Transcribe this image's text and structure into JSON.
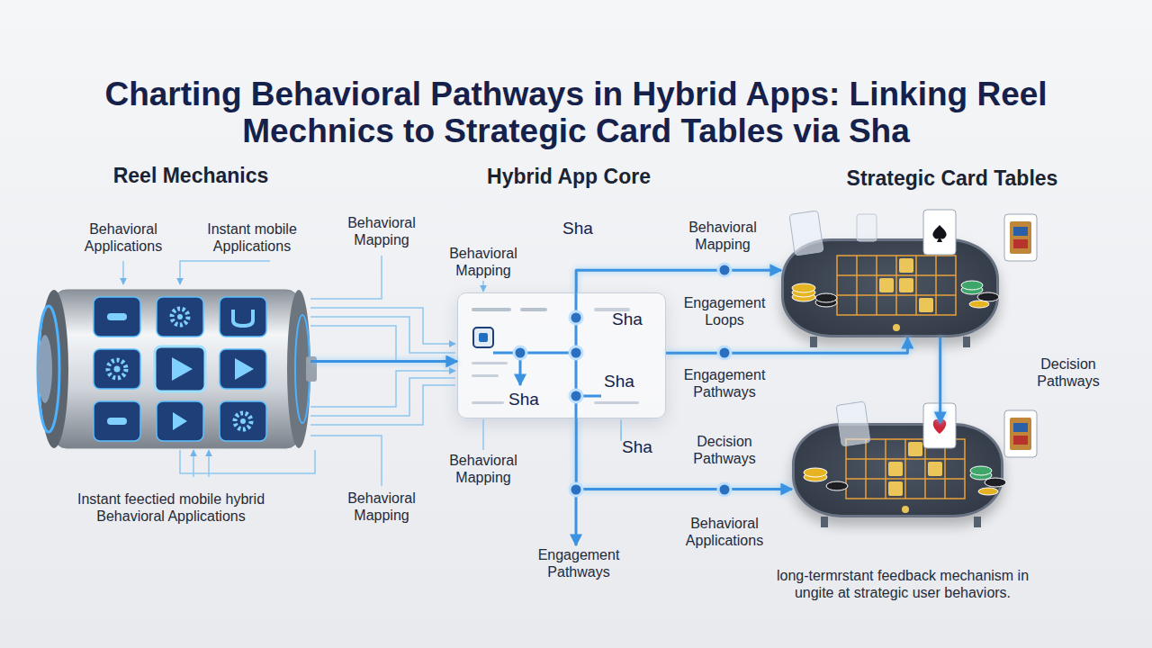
{
  "diagram": {
    "title": "Charting Behavioral Pathways in Hybrid Apps: Linking Reel Mechnics to Strategic Card Tables via Sha",
    "nodes": [
      {
        "text": [
          "Reel Mechanics"
        ]
      },
      {
        "text": [
          "Hybrid App Core"
        ]
      },
      {
        "text": [
          "Strategic Card Tables"
        ]
      },
      {
        "text": [
          "long-termrstant feedback mechanism in ungite at strategic user behaviors."
        ]
      }
    ],
    "edges": [
      {
        "from": 0,
        "to": 1,
        "arrow": "to"
      },
      {
        "from": 1,
        "to": 2,
        "label": "Behavioral Mapping",
        "arrow": "to"
      },
      {
        "from": 1,
        "to": 2,
        "label": "Engagement Pathways",
        "arrow": "to"
      },
      {
        "from": 2,
        "to": 3,
        "label": "Decision Pathways",
        "arrow": "to"
      },
      {
        "from": 1,
        "to": 3,
        "label": "Decision Pathways",
        "arrow": "to"
      }
    ],
    "labels": [
      "Behavioral Applications",
      "Instant mobile Applications",
      "Behavioral Mapping",
      "Sha",
      "Behavioral Mapping",
      "Engagement Loops",
      "Sha",
      "Sha",
      "Sha",
      "Sha",
      "Behavioral Mapping",
      "Behavioral Mapping",
      "Instant feectied mobile hybrid Behavioral Applications",
      "Behavioral Applications",
      "Engagement Pathways"
    ]
  }
}
